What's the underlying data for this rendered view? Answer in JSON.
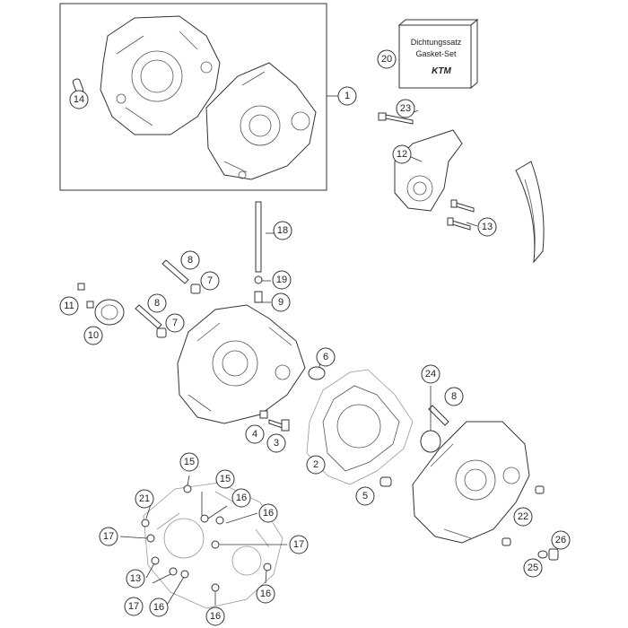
{
  "callouts": {
    "c1": "1",
    "c2": "2",
    "c3": "3",
    "c4": "4",
    "c5": "5",
    "c6": "6",
    "c7a": "7",
    "c7b": "7",
    "c8a": "8",
    "c8b": "8",
    "c8c": "8",
    "c9": "9",
    "c10": "10",
    "c11": "11",
    "c12": "12",
    "c13a": "13",
    "c13b": "13",
    "c14": "14",
    "c15a": "15",
    "c15b": "15",
    "c16a": "16",
    "c16b": "16",
    "c16c": "16",
    "c16d": "16",
    "c16e": "16",
    "c16f": "16",
    "c17a": "17",
    "c17b": "17",
    "c17c": "17",
    "c18": "18",
    "c19": "19",
    "c20": "20",
    "c21": "21",
    "c22": "22",
    "c23": "23",
    "c24": "24",
    "c25": "25",
    "c26": "26"
  },
  "gasket_box": {
    "line1": "Dichtungssatz",
    "line2": "Gasket-Set",
    "logo": "KTM"
  },
  "colors": {
    "line": "#333333",
    "fill": "#ffffff",
    "faint": "#999999"
  }
}
